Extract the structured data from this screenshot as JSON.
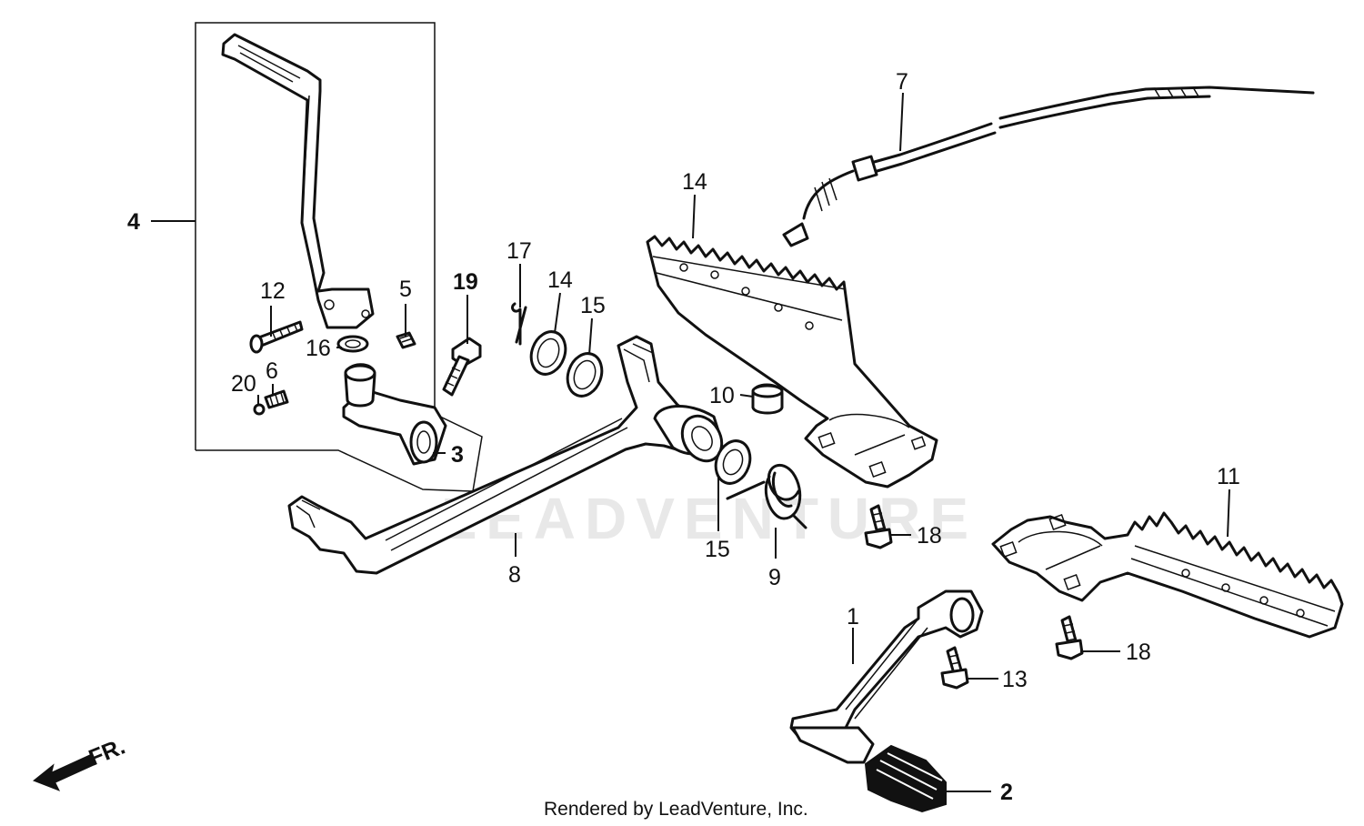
{
  "credit": "Rendered by LeadVenture, Inc.",
  "watermark": "LEADVENTURE",
  "front_marker": "FR.",
  "callouts": {
    "c1": "1",
    "c2": "2",
    "c3": "3",
    "c4": "4",
    "c5": "5",
    "c6": "6",
    "c7": "7",
    "c8": "8",
    "c9": "9",
    "c10": "10",
    "c11": "11",
    "c12": "12",
    "c13": "13",
    "c14a": "14",
    "c14b": "14",
    "c15a": "15",
    "c15b": "15",
    "c16": "16",
    "c17": "17",
    "c18a": "18",
    "c18b": "18",
    "c19": "19",
    "c20": "20"
  }
}
